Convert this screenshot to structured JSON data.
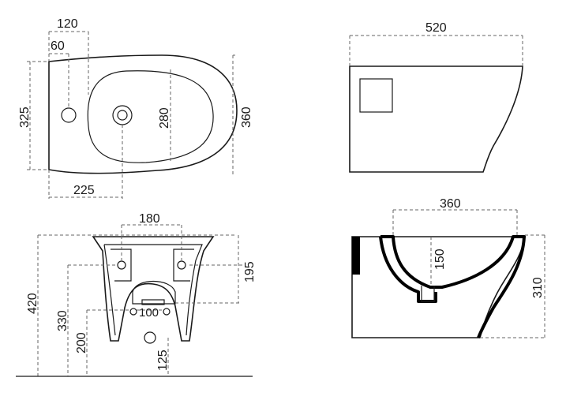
{
  "views": {
    "top": {
      "dims": {
        "overall_width": "120",
        "hole_offset": "60",
        "depth_left": "325",
        "bowl_width": "280",
        "depth_overall": "360",
        "drain_offset": "225"
      }
    },
    "side": {
      "dims": {
        "length": "520"
      }
    },
    "front": {
      "dims": {
        "fixing_spacing": "180",
        "fixing_height": "195",
        "total_height": "420",
        "mid_height": "330",
        "supply_height": "200",
        "pipe_spacing": "100",
        "drain_height": "125"
      }
    },
    "section": {
      "dims": {
        "bowl_width": "360",
        "bowl_depth": "150",
        "height": "310"
      }
    }
  }
}
